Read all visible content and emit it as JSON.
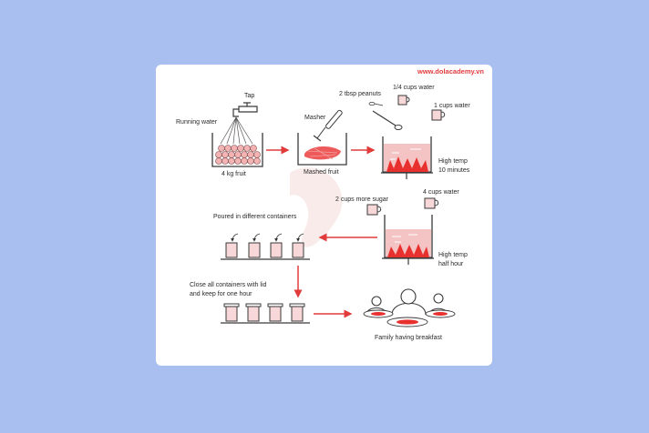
{
  "brand": "www.dolacademy.vn",
  "colors": {
    "background": "#a9bff0",
    "arrow": "#e23b3b",
    "fruit": "#f3b3b3",
    "liquid": "#f4c3c3",
    "flame": "#e8312f",
    "cup": "#f7d7d7",
    "outline": "#3a3a3a"
  },
  "labels": {
    "tap": "Tap",
    "running_water": "Running water",
    "fruit_amount": "4 kg fruit",
    "masher": "Masher",
    "mashed_fruit": "Mashed fruit",
    "peanuts": "2 tbsp peanuts",
    "quarter_cup_water": "1/4 cups water",
    "one_cup_water": "1 cups water",
    "high_temp_1": "High temp",
    "ten_minutes": "10 minutes",
    "more_sugar": "2 cups more sugar",
    "four_cups_water": "4 cups water",
    "high_temp_2": "High temp",
    "half_hour": "half hour",
    "poured": "Poured in different containers",
    "close_line1": "Close all containers with lid",
    "close_line2": "and keep for one hour",
    "family": "Family having breakfast"
  }
}
